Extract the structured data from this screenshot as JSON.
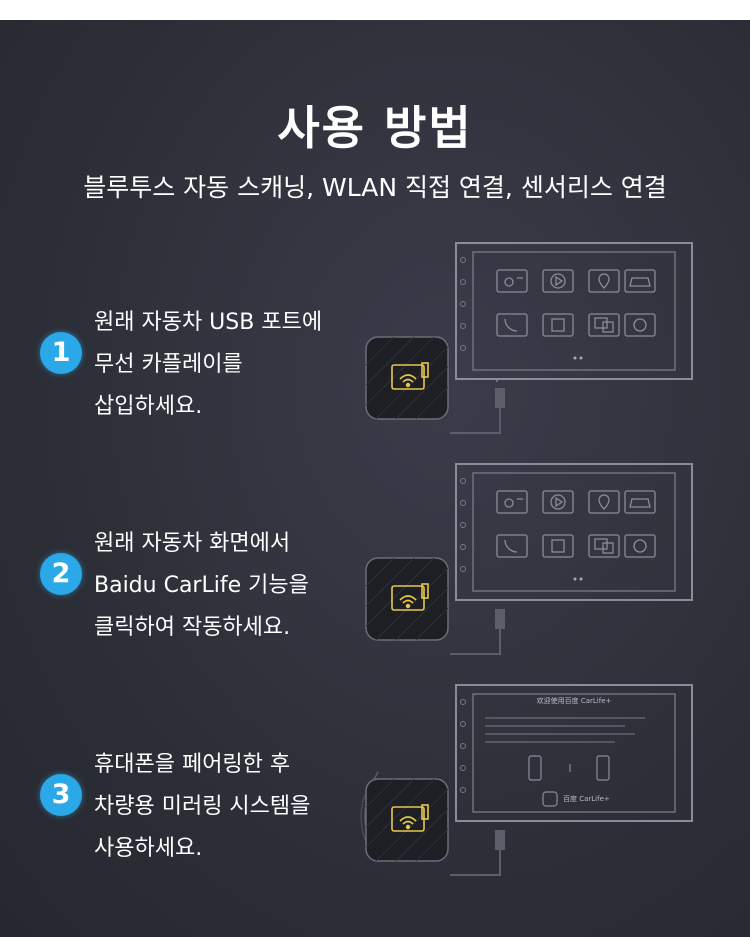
{
  "header": {
    "title": "사용 방법",
    "subtitle": "블루투스 자동 스캐닝, WLAN 직접 연결, 센서리스 연결"
  },
  "steps": [
    {
      "number": "1",
      "text": "원래 자동차 USB 포트에\n무선 카플레이를\n삽입하세요."
    },
    {
      "number": "2",
      "text": "원래 자동차 화면에서\nBaidu CarLife 기능을\n클릭하여 작동하세요."
    },
    {
      "number": "3",
      "text": "휴대폰을 페어링한 후\n차량용 미러링 시스템을\n사용하세요."
    }
  ],
  "screen3": {
    "heading": "欢迎使用百度 CarLife+",
    "brand": "百度 CarLife+"
  },
  "icons": [
    "radio-icon",
    "play-icon",
    "map-icon",
    "car-icon",
    "phone-icon",
    "app-icon",
    "mirror-icon",
    "voice-icon",
    "usb-dongle-icon",
    "wifi-icon"
  ],
  "colors": {
    "background": "#2e3039",
    "badge": "#2aa8e8",
    "text": "#ffffff"
  }
}
